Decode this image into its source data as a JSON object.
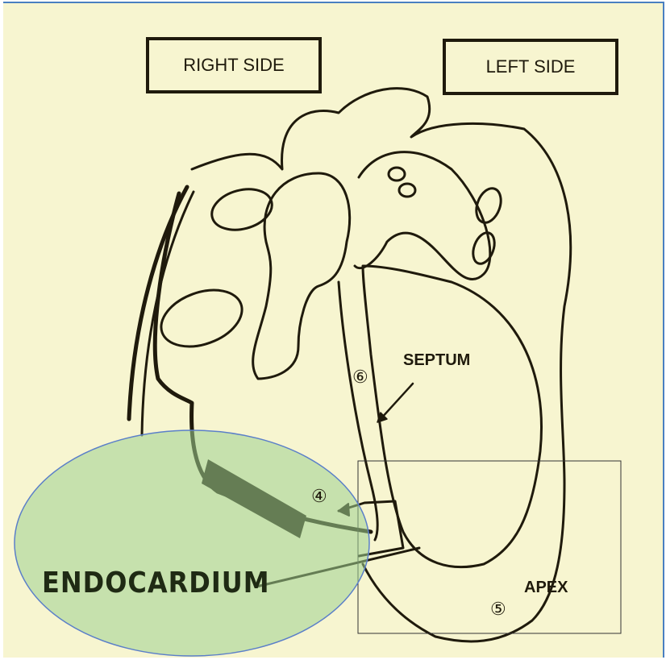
{
  "labels": {
    "right_side": "RIGHT SIDE",
    "left_side": "LEFT SIDE",
    "septum": "SEPTUM",
    "apex": "APEX",
    "endocardium": "ENDOCARDIUM"
  },
  "markers": {
    "four": "④",
    "five": "⑤",
    "six": "⑥"
  },
  "colors": {
    "background": "#f7f5d0",
    "ink": "#1f1a0c",
    "highlight_fill": "#9fcf8f",
    "highlight_stroke": "#5b7fc9",
    "frame": "#4a7fc0"
  }
}
